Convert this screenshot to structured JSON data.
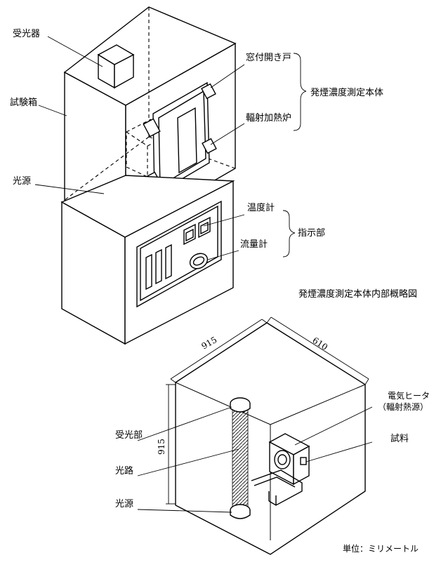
{
  "labels": {
    "receiver": "受光器",
    "test_box": "試験箱",
    "light_source_top": "光源",
    "window_door": "窓付開き戸",
    "radiant_furnace": "輻射加熱炉",
    "main_body": "発煙濃度測定本体",
    "thermometer": "温度計",
    "flowmeter": "流量計",
    "indicator": "指示部",
    "interior_title": "発煙濃度測定本体内部概略図",
    "receiver_part": "受光部",
    "light_path": "光路",
    "light_source_bottom": "光源",
    "heater_line1": "電気ヒータ",
    "heater_line2": "（輻射熱源）",
    "specimen": "試料",
    "unit": "単位：ミリメートル"
  },
  "dimensions": {
    "width": "915",
    "depth": "610",
    "height": "915"
  }
}
